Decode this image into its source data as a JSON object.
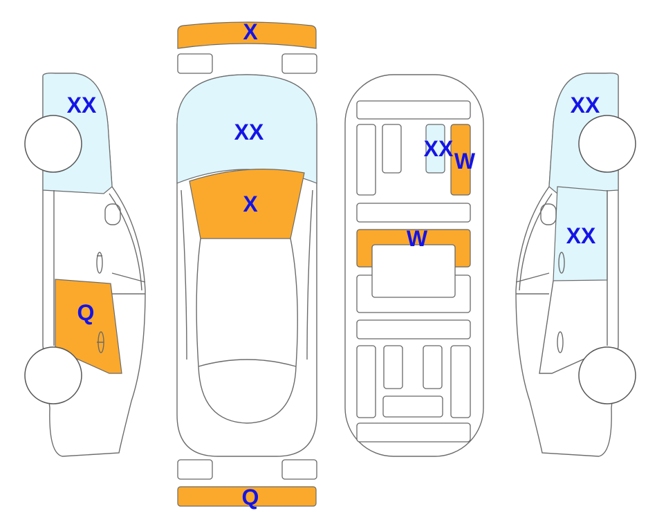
{
  "colors": {
    "damage_orange": "#FBA92C",
    "damage_blue": "#DFF6FC",
    "label_blue": "#1414E6"
  },
  "views": {
    "left_side": {
      "upper_label": "XX",
      "door_label": "Q"
    },
    "top": {
      "front_bumper_label": "X",
      "hood_label": "XX",
      "windshield_label": "X",
      "rear_bumper_label": "Q"
    },
    "interior": {
      "rear_seat_blue_label": "XX",
      "rear_seat_orange_label": "W",
      "middle_label": "W"
    },
    "right_side": {
      "upper_label": "XX",
      "door_label": "XX"
    }
  }
}
